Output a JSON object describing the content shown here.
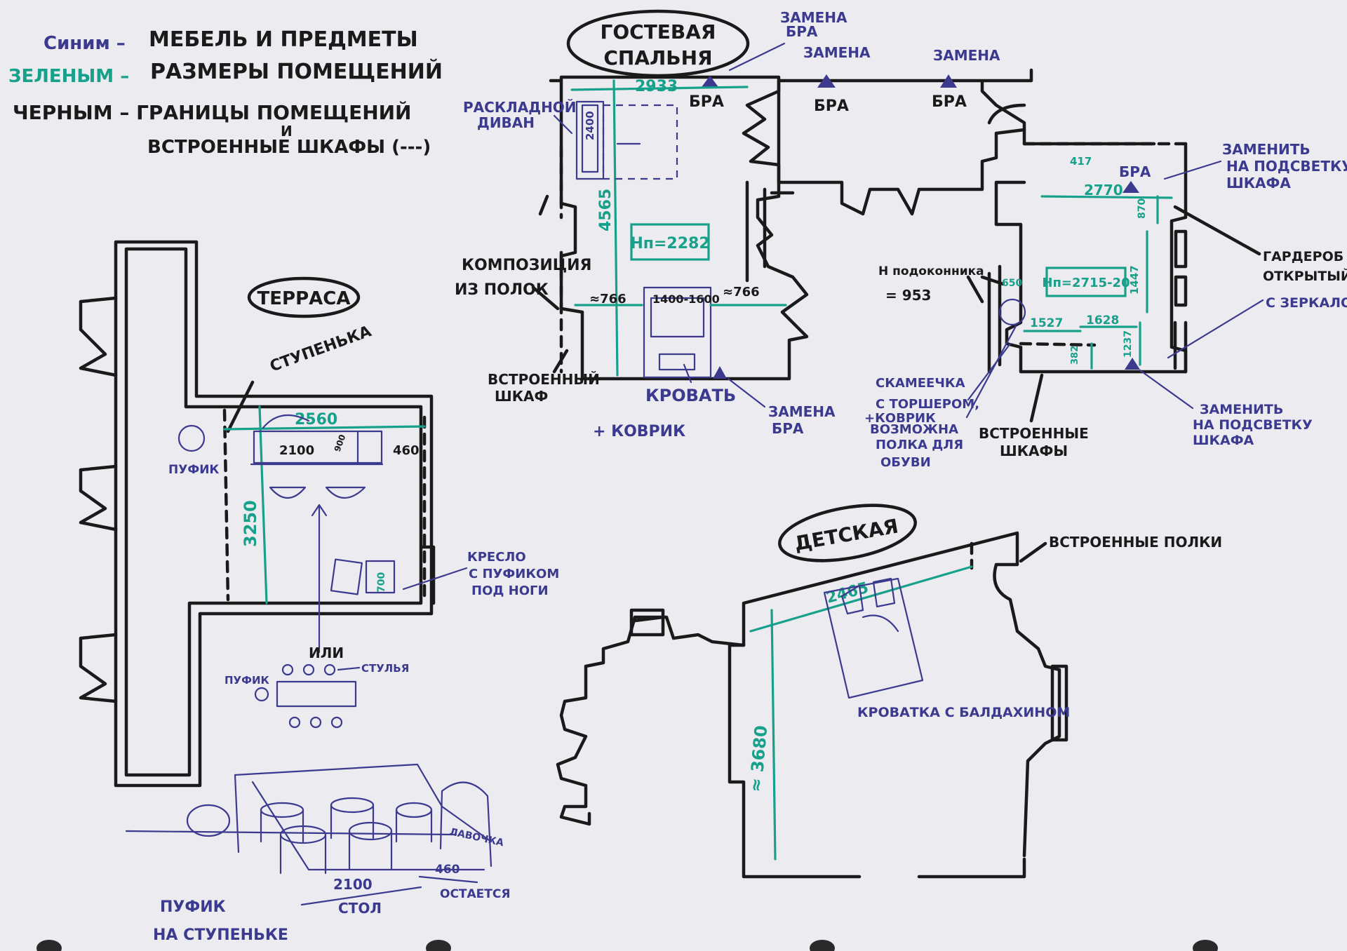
{
  "legend": {
    "blue_prefix": "Синим –",
    "blue_text": "МЕБЕЛЬ И ПРЕДМЕТЫ",
    "green_prefix": "ЗЕЛЕНЫМ –",
    "green_text": "РАЗМЕРЫ ПОМЕЩЕНИЙ",
    "black_line1": "ЧЕРНЫМ – ГРАНИЦЫ ПОМЕЩЕНИЙ",
    "black_and": "И",
    "black_line2": "ВСТРОЕННЫЕ ШКАФЫ (---)"
  },
  "guest_room": {
    "title_line1": "ГОСТЕВАЯ",
    "title_line2": "СПАЛЬНЯ",
    "replace_sconce_top": "ЗАМЕНА",
    "replace_sconce_top2": "БРА",
    "replace1": "ЗАМЕНА",
    "replace2": "ЗАМЕНА",
    "bra1": "БРА",
    "bra2": "БРА",
    "bra3": "БРА",
    "dim_width": "2933",
    "dim_height": "4565",
    "sofa_label1": "РАСКЛАДНОЙ",
    "sofa_label2": "ДИВАН",
    "sofa_dim": "2400",
    "height_label": "Hп=2282",
    "shelves_label1": "КОМПОЗИЦИЯ",
    "shelves_label2": "ИЗ ПОЛОК",
    "dim_left": "≈766",
    "dim_bed": "1400-1600",
    "dim_right": "≈766",
    "wardrobe1": "ВСТРОЕННЫЙ",
    "wardrobe2": "ШКАФ",
    "bed": "КРОВАТЬ",
    "replace_bottom1": "ЗАМЕНА",
    "replace_bottom2": "БРА",
    "rug": "+ КОВРИК"
  },
  "bedroom2": {
    "dim_417": "417",
    "bra": "БРА",
    "dim_width": "2770",
    "dim_870": "870",
    "height_label": "Hп=2715-20",
    "dim_1447": "1447",
    "dim_650": "650",
    "dim_1527": "1527",
    "dim_1628": "1628",
    "dim_1237": "1237",
    "dim_382": "382",
    "replace_light1": "ЗАМЕНИТЬ",
    "replace_light2": "НА ПОДСВЕТКУ",
    "replace_light3": "ШКАФА",
    "wardrobe_open1": "ГАРДЕРОБ",
    "wardrobe_open2": "ОТКРЫТЫЙ",
    "wardrobe_open3": "С ЗЕРКАЛОМ",
    "sill1": "Н подоконника",
    "sill2": "= 953",
    "bench1": "СКАМЕЕЧКА",
    "bench2": "С ТОРШЕРОМ,",
    "bench3": "+КОВРИК",
    "bench4": "ВОЗМОЖНА",
    "bench5": "ПОЛКА ДЛЯ",
    "bench6": "ОБУВИ",
    "builtin1": "ВСТРОЕННЫЕ",
    "builtin2": "ШКАФЫ",
    "replace_bot1": "ЗАМЕНИТЬ",
    "replace_bot2": "НА ПОДСВЕТКУ",
    "replace_bot3": "ШКАФА"
  },
  "terrace": {
    "title": "ТЕРРАСА",
    "step": "СТУПЕНЬКА",
    "pouf": "ПУФИК",
    "dim_width": "2560",
    "dim_height": "3250",
    "dim_2100": "2100",
    "dim_900": "900",
    "dim_460": "460",
    "dim_700": "700",
    "chair1": "КРЕСЛО",
    "chair2": "С ПУФИКОМ",
    "chair3": "ПОД НОГИ",
    "or": "ИЛИ",
    "pouf2": "ПУФИК",
    "chair_small": "СТУЛЬЯ",
    "sketch_bench": "ЛАВОЧКА",
    "sketch_2100": "2100",
    "sketch_table": "СТОЛ",
    "sketch_460": "460",
    "sketch_left": "ОСТАЕТСЯ",
    "sketch_pouf1": "ПУФИК",
    "sketch_pouf2": "НА СТУПЕНЬКЕ"
  },
  "kids_room": {
    "title": "ДЕТСКАЯ",
    "shelves": "ВСТРОЕННЫЕ ПОЛКИ",
    "dim_width": "2465",
    "dim_height": "≈ 3680",
    "crib": "КРОВАТКА С БАЛДАХИНОМ"
  }
}
